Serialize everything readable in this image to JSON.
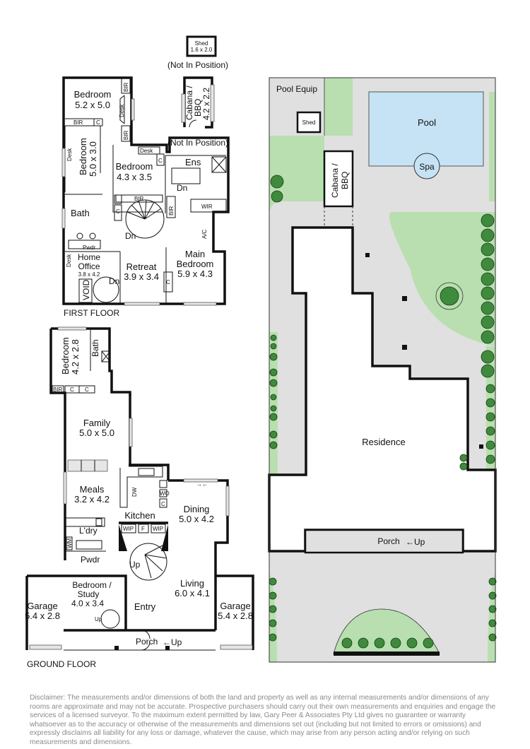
{
  "floor_plan": {
    "first_floor": {
      "title": "FIRST FLOOR",
      "rooms": [
        {
          "name": "Bedroom",
          "dims": "5.2 x 5.0"
        },
        {
          "name": "Bedroom",
          "dims": "5.0 x 3.0"
        },
        {
          "name": "Bedroom",
          "dims": "4.3 x 3.5"
        },
        {
          "name": "Ens",
          "dims": ""
        },
        {
          "name": "Bath",
          "dims": ""
        },
        {
          "name": "Home Office",
          "dims": "3.8 x 4.2"
        },
        {
          "name": "Retreat",
          "dims": "3.9 x 3.4"
        },
        {
          "name": "Main Bedroom",
          "dims": "5.9 x 4.3"
        },
        {
          "name": "WIR",
          "dims": ""
        },
        {
          "name": "VOID",
          "dims": ""
        },
        {
          "name": "Pwdr",
          "dims": ""
        }
      ],
      "fixtures": [
        "BIR",
        "C",
        "Desk",
        "A/C",
        "Dn"
      ]
    },
    "outbuildings": [
      {
        "name": "Shed",
        "dims": "1.6 x 2.0",
        "note": "(Not In Position)"
      },
      {
        "name": "Cabana / BBQ",
        "dims": "4.2 x 2.2",
        "note": "(Not In Position)"
      }
    ],
    "ground_floor": {
      "title": "GROUND FLOOR",
      "rooms": [
        {
          "name": "Bedroom",
          "dims": "4.2 x 2.8"
        },
        {
          "name": "Bath",
          "dims": ""
        },
        {
          "name": "Family",
          "dims": "5.0 x 5.0"
        },
        {
          "name": "Meals",
          "dims": "3.2 x 4.2"
        },
        {
          "name": "Kitchen",
          "dims": ""
        },
        {
          "name": "Dining",
          "dims": "5.0 x 4.2"
        },
        {
          "name": "L'dry",
          "dims": ""
        },
        {
          "name": "Pwdr",
          "dims": ""
        },
        {
          "name": "Bedroom / Study",
          "dims": "4.0 x 3.4"
        },
        {
          "name": "Living",
          "dims": "6.0 x 4.1"
        },
        {
          "name": "Entry",
          "dims": ""
        },
        {
          "name": "Garage",
          "dims": "5.4 x 2.8"
        },
        {
          "name": "Garage",
          "dims": "5.4 x 2.8"
        },
        {
          "name": "Porch",
          "dims": ""
        }
      ],
      "fixtures": [
        "BIR",
        "C",
        "DW",
        "WO",
        "WIP",
        "F",
        "WM",
        "Up"
      ]
    },
    "site_plan": {
      "labels": [
        "Pool Equip",
        "Shed",
        "Pool",
        "Spa",
        "Cabana / BBQ",
        "Residence",
        "Porch",
        "Up"
      ],
      "colors": {
        "pool": "#c6e2f5",
        "lawn": "#b9dfb0",
        "paving": "#e0e0e0",
        "tree": "#3f8a3c"
      }
    }
  },
  "disclaimer": "Disclaimer: The measurements and/or dimensions of both the land and property as well as any internal measurements and/or dimensions of any rooms are approximate and may not be accurate. Prospective purchasers should carry out their own measurements and enquiries and engage the services of a licensed surveyor. To the maximum extent permitted by law, Gary Peer & Associates Pty Ltd gives no guarantee or warranty whatsoever as to the accuracy or otherwise of the measurements and dimensions set out (including but not limited to errors or omissions) and expressly disclaims all liability for any loss or damage, whatever the cause, which may arise from any person acting and/or relying on such measurements and dimensions."
}
